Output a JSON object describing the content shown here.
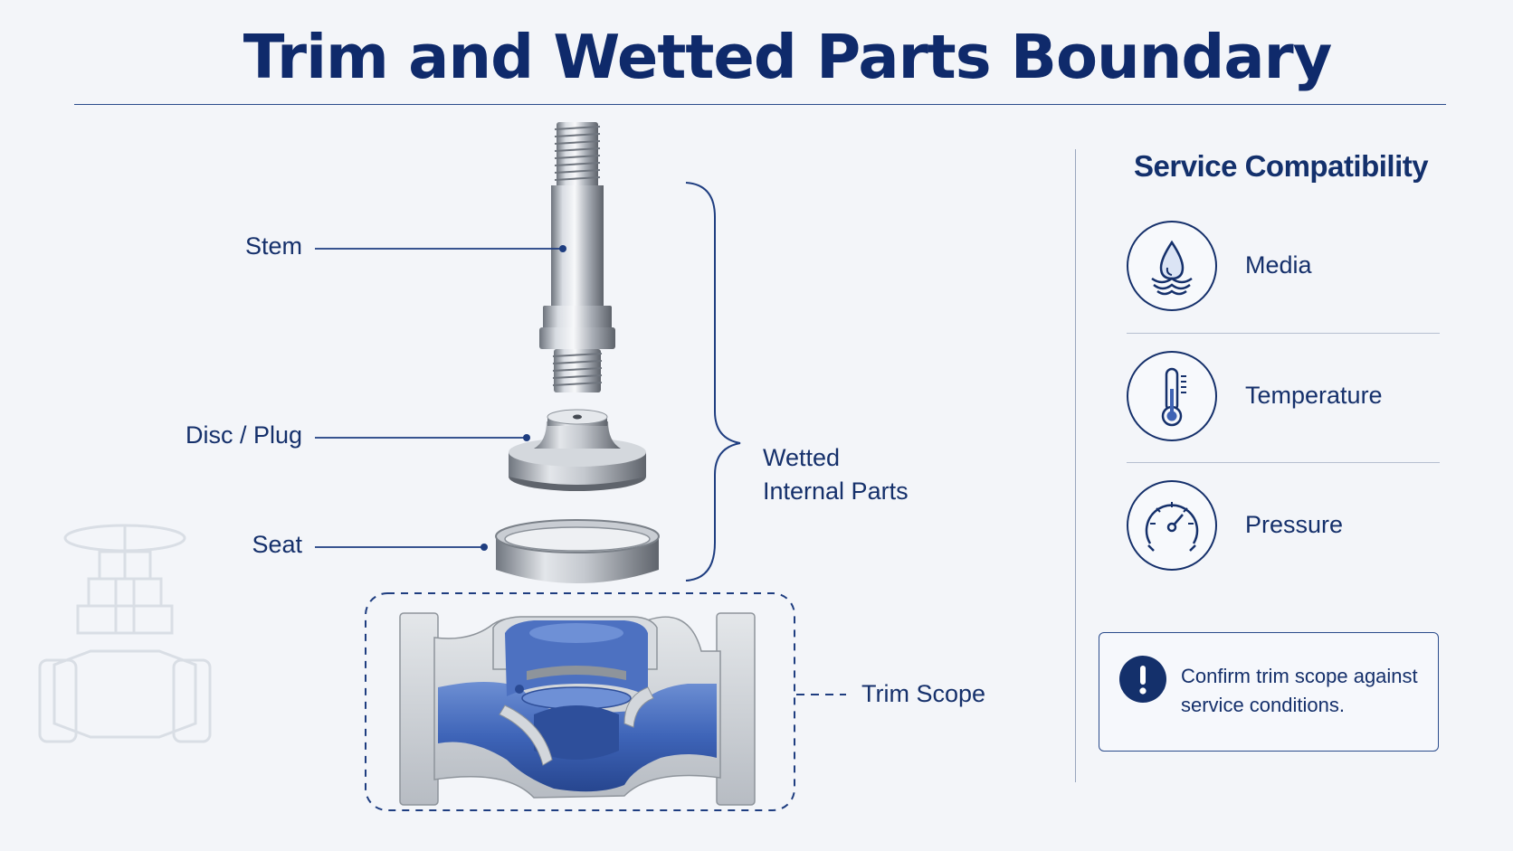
{
  "title": "Trim and Wetted Parts Boundary",
  "parts": {
    "stem": "Stem",
    "disc": "Disc / Plug",
    "seat": "Seat"
  },
  "groups": {
    "wetted_line1": "Wetted",
    "wetted_line2": "Internal Parts",
    "trim_scope": "Trim Scope"
  },
  "service": {
    "title": "Service Compatibility",
    "items": [
      {
        "label": "Media",
        "icon": "water-drop-icon"
      },
      {
        "label": "Temperature",
        "icon": "thermometer-icon"
      },
      {
        "label": "Pressure",
        "icon": "pressure-gauge-icon"
      }
    ]
  },
  "note": {
    "icon": "exclamation-icon",
    "text": "Confirm trim scope against service conditions."
  },
  "colors": {
    "navy": "#14306b",
    "wetted_blue": "#3f63b4",
    "steel": "#b9bec6",
    "background": "#f3f5f9"
  }
}
